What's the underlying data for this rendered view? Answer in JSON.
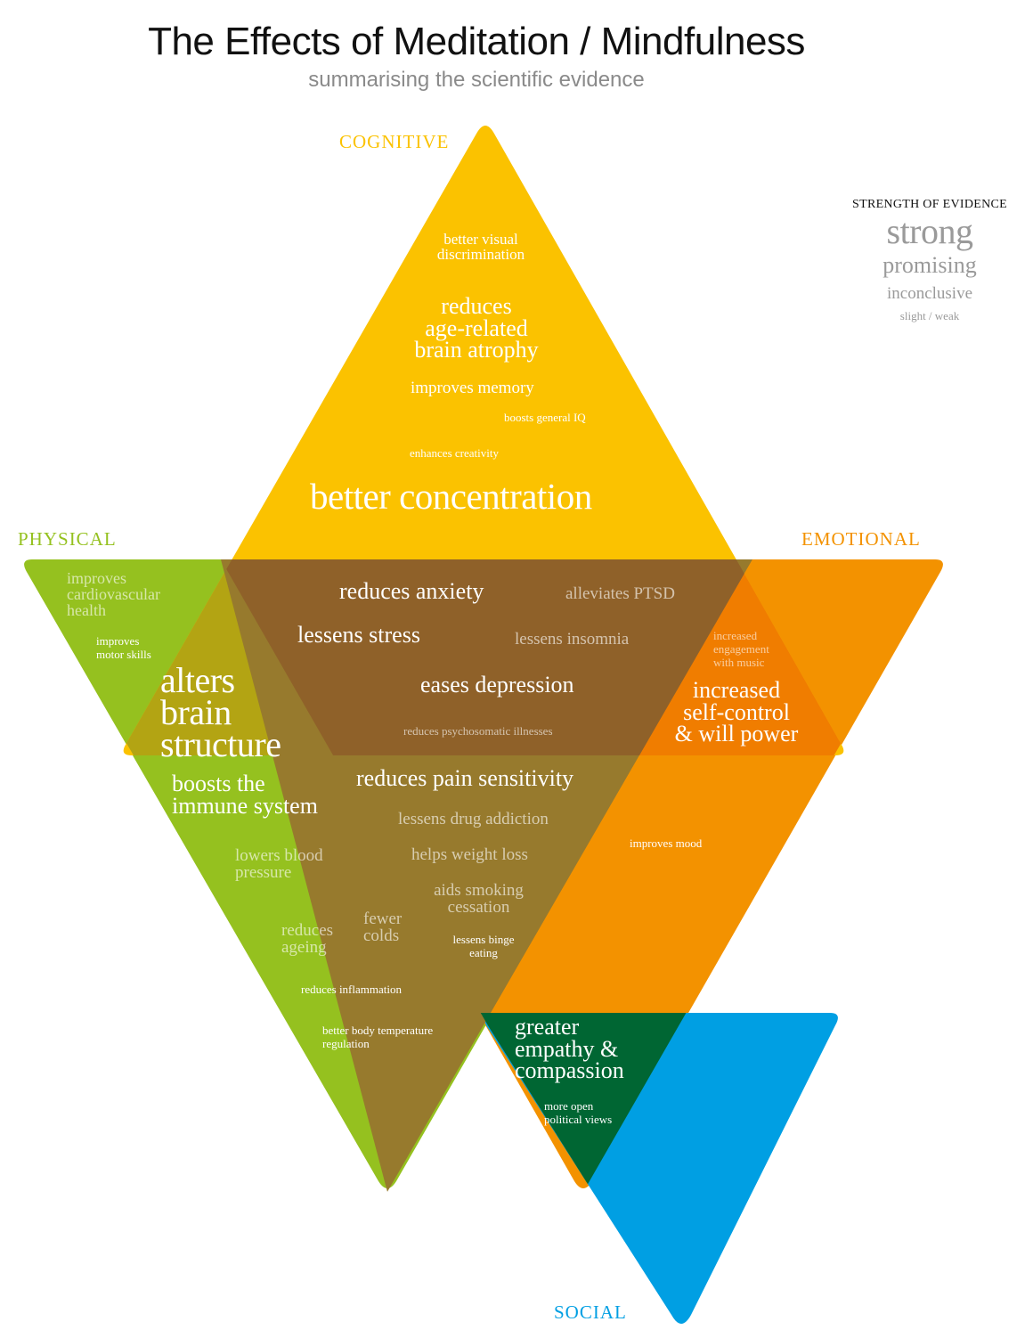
{
  "title": "The Effects of Meditation / Mindfulness",
  "subtitle": "summarising the scientific evidence",
  "colors": {
    "cognitive": "#fbc200",
    "physical": "#95c11f",
    "emotional": "#f39200",
    "social": "#009fe3",
    "cognitive_physical": "#b3a413",
    "cognitive_emotional": "#f07d00",
    "center": "#8f6129",
    "physical_emotional": "#977a2d",
    "emotional_social": "#006633"
  },
  "categories": {
    "cognitive": "COGNITIVE",
    "physical": "PHYSICAL",
    "emotional": "EMOTIONAL",
    "social": "SOCIAL"
  },
  "legend": {
    "heading": "STRENGTH OF EVIDENCE",
    "strong": "strong",
    "promising": "promising",
    "inconclusive": "inconclusive",
    "slight": "slight / weak"
  },
  "effects": {
    "visual": [
      "better visual",
      "discrimination"
    ],
    "atrophy": [
      "reduces",
      "age-related",
      "brain atrophy"
    ],
    "memory": "improves memory",
    "iq": "boosts general IQ",
    "creativity": "enhances creativity",
    "concentration": "better concentration",
    "cardio": [
      "improves",
      "cardiovascular",
      "health"
    ],
    "motor": [
      "improves",
      "motor skills"
    ],
    "brain_structure": [
      "alters",
      "brain",
      "structure"
    ],
    "anxiety": "reduces anxiety",
    "ptsd": "alleviates PTSD",
    "stress": "lessens stress",
    "insomnia": "lessens insomnia",
    "depression": "eases depression",
    "psychosomatic": "reduces psychosomatic illnesses",
    "music": [
      "increased",
      "engagement",
      "with music"
    ],
    "self_control": [
      "increased",
      "self-control",
      "& will power"
    ],
    "immune": [
      "boosts the",
      "immune system"
    ],
    "pain": "reduces pain sensitivity",
    "drug": "lessens drug addiction",
    "weight": "helps weight loss",
    "smoking": [
      "aids smoking",
      "cessation"
    ],
    "binge": [
      "lessens binge",
      "eating"
    ],
    "blood": [
      "lowers blood",
      "pressure"
    ],
    "ageing": [
      "reduces",
      "ageing"
    ],
    "colds": [
      "fewer",
      "colds"
    ],
    "inflammation": "reduces inflammation",
    "temperature": [
      "better body temperature",
      "regulation"
    ],
    "mood": "improves mood",
    "empathy": [
      "greater",
      "empathy &",
      "compassion"
    ],
    "political": [
      "more open",
      "political views"
    ]
  }
}
